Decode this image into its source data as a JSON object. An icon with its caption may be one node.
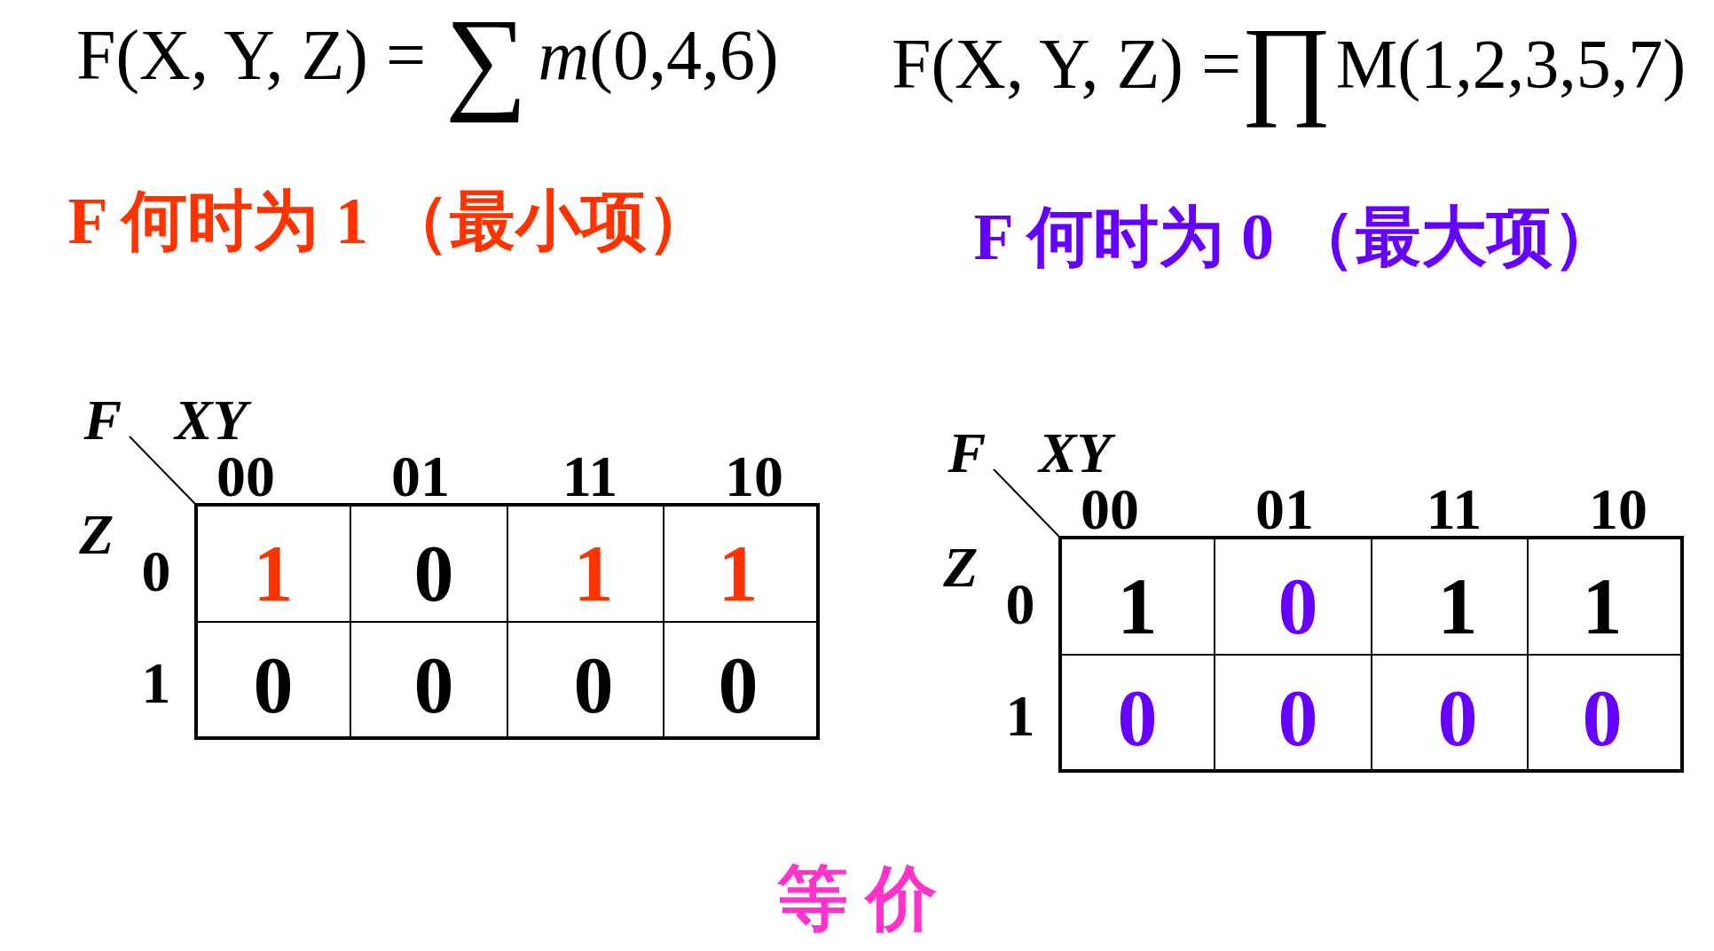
{
  "diagram": {
    "labels": [
      "F(X, Y, Z) =",
      "∑",
      "*m*(0,4,6)",
      "F(X, Y, Z) =",
      "∏",
      "M(1,2,3,5,7)",
      "F 何时为 1 （最小项）",
      "F 何时为 0 （最大项）",
      "F",
      "XY",
      "00",
      "01",
      "11",
      "10",
      "Z",
      "0",
      "1",
      "0",
      "1",
      "1",
      "1",
      "0",
      "0",
      "0",
      "0",
      "F",
      "XY",
      "00",
      "01",
      "11",
      "10",
      "Z",
      "0",
      "1",
      "0",
      "1",
      "1",
      "1",
      "0",
      "0",
      "0",
      "0",
      "等 价"
    ]
  }
}
